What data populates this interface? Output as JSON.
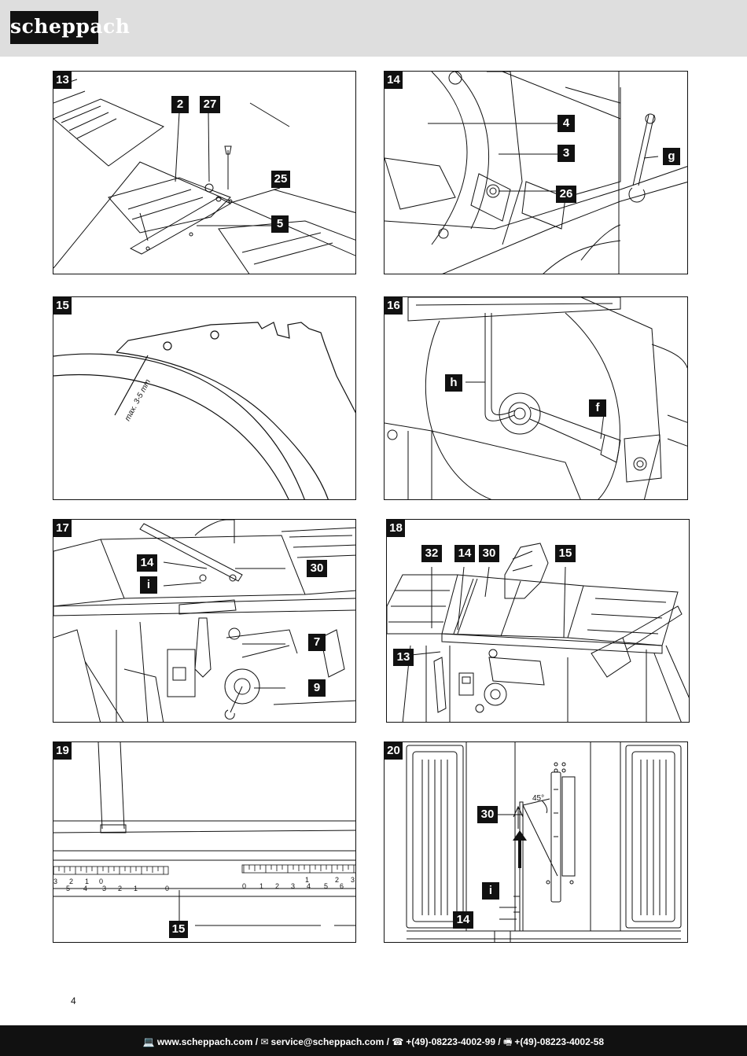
{
  "header": {
    "brand": "scheppach"
  },
  "panels": [
    {
      "number": "13",
      "callouts": [
        "2",
        "27",
        "25",
        "5"
      ]
    },
    {
      "number": "14",
      "callouts": [
        "4",
        "3",
        "g",
        "26"
      ]
    },
    {
      "number": "15",
      "annotation": "max. 3-5 mm"
    },
    {
      "number": "16",
      "callouts": [
        "h",
        "f"
      ]
    },
    {
      "number": "17",
      "callouts": [
        "14",
        "i",
        "30",
        "7",
        "9"
      ]
    },
    {
      "number": "18",
      "callouts": [
        "32",
        "14",
        "30",
        "15",
        "13"
      ]
    },
    {
      "number": "19",
      "callouts": [
        "15"
      ],
      "scale_left": [
        "3",
        "2",
        "1",
        "0",
        "5",
        "4",
        "3",
        "2",
        "1",
        "0"
      ],
      "scale_right": [
        "0",
        "1",
        "2",
        "3",
        "4",
        "5",
        "6",
        "1",
        "2",
        "3"
      ]
    },
    {
      "number": "20",
      "callouts": [
        "30",
        "i",
        "14"
      ],
      "angle": "45°"
    }
  ],
  "page_number": "4",
  "footer": {
    "website": "www.scheppach.com",
    "separator": " / ",
    "email": "service@scheppach.com",
    "phone": "+(49)-08223-4002-99",
    "fax": "+(49)-08223-4002-58"
  },
  "icons": [
    "computer-icon",
    "mail-icon",
    "phone-icon",
    "fax-icon"
  ]
}
